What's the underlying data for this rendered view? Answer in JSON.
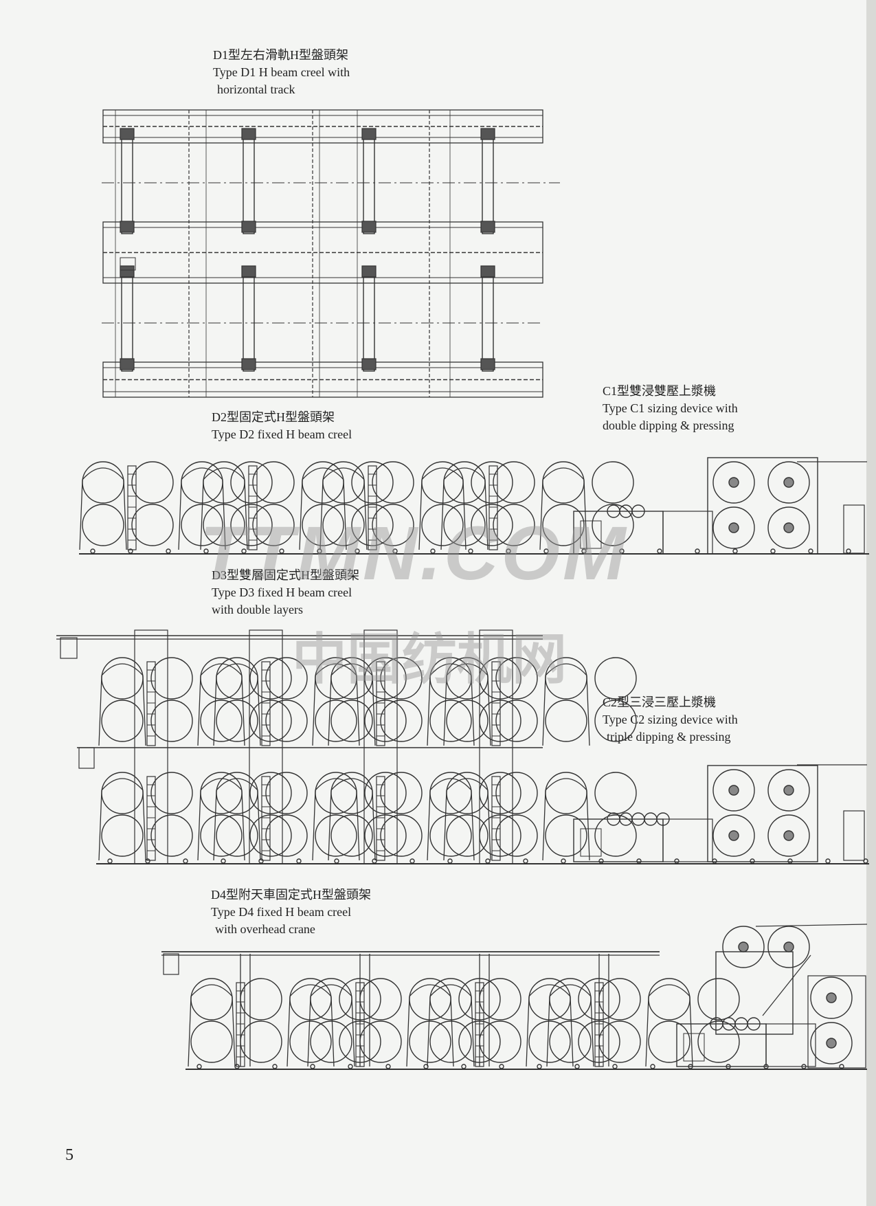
{
  "captions": {
    "d1": {
      "cn": "D1型左右滑軌H型盤頭架",
      "en1": "Type D1 H beam creel with",
      "en2": "horizontal track"
    },
    "d2": {
      "cn": "D2型固定式H型盤頭架",
      "en1": "Type D2 fixed H beam creel"
    },
    "c1": {
      "cn": "C1型雙浸雙壓上漿機",
      "en1": "Type C1 sizing device with",
      "en2": "double dipping & pressing"
    },
    "d3": {
      "cn": "D3型雙層固定式H型盤頭架",
      "en1": "Type D3 fixed H beam creel",
      "en2": "with double layers"
    },
    "c2": {
      "cn": "C2型三浸三壓上漿機",
      "en1": "Type C2 sizing device with",
      "en2": "triple dipping & pressing"
    },
    "d4": {
      "cn": "D4型附天車固定式H型盤頭架",
      "en1": "Type D4 fixed H beam creel",
      "en2": "with overhead crane"
    }
  },
  "watermark": {
    "line1": "TTMN.COM",
    "line2": "中国纺机网"
  },
  "page_number": "5",
  "colors": {
    "ink": "#333333",
    "paper": "#f4f5f3",
    "watermark": "#999999"
  }
}
